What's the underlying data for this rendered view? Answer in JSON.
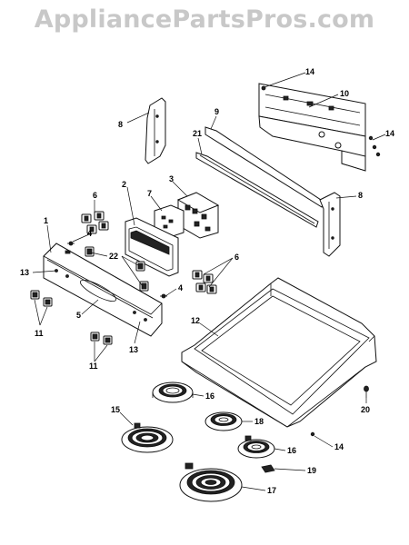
{
  "watermark": "AppliancePartsPros.com",
  "callouts": {
    "c1": "1",
    "c2": "2",
    "c3": "3",
    "c4a": "4",
    "c4b": "4",
    "c5": "5",
    "c6a": "6",
    "c6b": "6",
    "c7": "7",
    "c8a": "8",
    "c8b": "8",
    "c9": "9",
    "c10": "10",
    "c11a": "11",
    "c11b": "11",
    "c12": "12",
    "c13a": "13",
    "c13b": "13",
    "c14a": "14",
    "c14b": "14",
    "c14c": "14",
    "c15": "15",
    "c16a": "16",
    "c16b": "16",
    "c17": "17",
    "c18": "18",
    "c19": "19",
    "c20": "20",
    "c21": "21",
    "c22": "22"
  },
  "colors": {
    "line": "#111111",
    "watermark": "#c8c8c8",
    "background": "#ffffff"
  }
}
